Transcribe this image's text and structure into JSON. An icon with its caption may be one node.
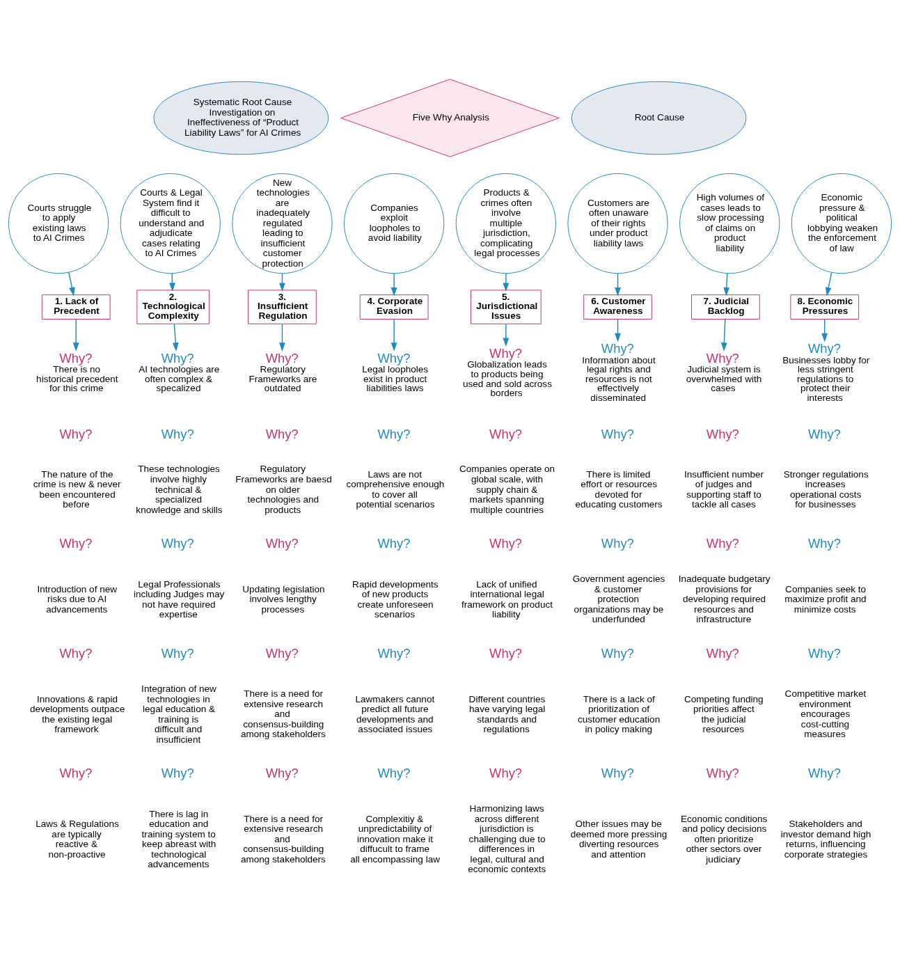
{
  "diagram": {
    "nodes": [
      {
        "text": [
          "Systematic Root Cause Investigation on Ineffectiveness of “Product Liability Laws” for AI Crimes"
        ]
      },
      {
        "text": [
          "Five Why Analysis"
        ]
      },
      {
        "text": [
          "Root Cause"
        ]
      },
      {
        "text": [
          "Courts struggle to apply existing laws to AI Crimes"
        ]
      },
      {
        "text": [
          "1. Lack of Precedent"
        ]
      },
      {
        "text": [
          "Why?",
          "There is no historical precedent for this crime"
        ]
      },
      {
        "text": [
          "Courts & Legal System find it difficult to understand and adjudicate cases relating to AI Crimes"
        ]
      },
      {
        "text": [
          "2. Technological Complexity"
        ]
      },
      {
        "text": [
          "Why?",
          "AI technologies are often complex & specalized"
        ]
      },
      {
        "text": [
          "New technologies are inadequately regulated leading to insufficient customer protection"
        ]
      },
      {
        "text": [
          "3. Insufficient Regulation"
        ]
      },
      {
        "text": [
          "Why?",
          "Regulatory Frameworks are outdated"
        ]
      },
      {
        "text": [
          "Companies exploit loopholes to avoid liability"
        ]
      },
      {
        "text": [
          "4. Corporate Evasion"
        ]
      },
      {
        "text": [
          "Why?",
          "Legal loopholes exist in product liabilities laws"
        ]
      },
      {
        "text": [
          "Products & crimes often involve multiple jurisdiction, complicating legal processes"
        ]
      },
      {
        "text": [
          "5. Jurisdictional Issues"
        ]
      },
      {
        "text": [
          "Why?",
          "Globalization leads to products being used and sold across borders"
        ]
      },
      {
        "text": [
          "Customers are often unaware of their rights under product liability laws"
        ]
      },
      {
        "text": [
          "6. Customer Awareness"
        ]
      },
      {
        "text": [
          "Why?",
          "Information about legal rights and resources is not effectively disseminated"
        ]
      },
      {
        "text": [
          "High volumes of cases leads to slow processing of claims on product liability"
        ]
      },
      {
        "text": [
          "7. Judicial Backlog"
        ]
      },
      {
        "text": [
          "Why?",
          "Judicial system is overwhelmed with cases"
        ]
      },
      {
        "text": [
          "Economic pressure & political lobbying weaken the enforcement of law"
        ]
      },
      {
        "text": [
          "8. Economic Pressures"
        ]
      },
      {
        "text": [
          "Why?",
          "Businesses lobby for less stringent regulations to protect their interests"
        ]
      }
    ],
    "edges": [
      {
        "from": 3,
        "to": 4,
        "arrow": "to"
      },
      {
        "from": 4,
        "to": 5,
        "arrow": "to"
      },
      {
        "from": 6,
        "to": 7,
        "arrow": "to"
      },
      {
        "from": 7,
        "to": 8,
        "arrow": "to"
      },
      {
        "from": 9,
        "to": 10,
        "arrow": "to"
      },
      {
        "from": 10,
        "to": 11,
        "arrow": "to"
      },
      {
        "from": 12,
        "to": 13,
        "arrow": "to"
      },
      {
        "from": 13,
        "to": 14,
        "arrow": "to"
      },
      {
        "from": 15,
        "to": 16,
        "arrow": "to"
      },
      {
        "from": 16,
        "to": 17,
        "arrow": "to"
      },
      {
        "from": 18,
        "to": 19,
        "arrow": "to"
      },
      {
        "from": 19,
        "to": 20,
        "arrow": "to"
      },
      {
        "from": 21,
        "to": 22,
        "arrow": "to"
      },
      {
        "from": 22,
        "to": 23,
        "arrow": "to"
      },
      {
        "from": 24,
        "to": 25,
        "arrow": "to"
      },
      {
        "from": 25,
        "to": 26,
        "arrow": "to"
      }
    ],
    "labels": [
      "Why?",
      "The nature of the crime is new & never been encountered before",
      "Why?",
      "Introduction of new risks due to AI advancements",
      "Why?",
      "Innovations & rapid developments outpace the existing legal framework",
      "Why?",
      "Laws & Regulations are typically reactive & non-proactive",
      "Why?",
      "These technologies involve highly technical & specialized knowledge and skills",
      "Why?",
      "Legal Professionals including Judges may not have required expertise",
      "Why?",
      "Integration of new technologies in legal education & training is difficult and insufficient",
      "Why?",
      "There is lag in education and training system to keep abreast with technological advancements",
      "Why?",
      "Regulatory Frameworks are baesd on older technologies and products",
      "Why?",
      "Updating legislation involves lengthy processes",
      "Why?",
      "There is a need for extensive research and consensus-building among stakeholders",
      "Why?",
      "There is a need for extensive research and consensus-building among stakeholders",
      "Why?",
      "Laws are not comprehensive enough to cover all potential scenarios",
      "Why?",
      "Rapid developments of new products create unforeseen scenarios",
      "Why?",
      "Lawmakers cannot predict all future developments and associated issues",
      "Why?",
      "Complexitiy & unpredictability of innovation make it diffucult to frame all encompassing law",
      "Why?",
      "Companies operate on global scale, with supply chain & markets spanning multiple countries",
      "Why?",
      "Lack of unified international legal framework on product liability",
      "Why?",
      "Different countries have varying legal standards and regulations",
      "Why?",
      "Harmonizing laws across different jurisdiction is challenging due to differences in legal, cultural and economic contexts",
      "Why?",
      "There is limited effort or resources devoted for educating customers",
      "Why?",
      "Government agencies & customer protection organizations may be underfunded",
      "Why?",
      "There is a lack of prioritization of customer education in policy making",
      "Why?",
      "Other issues may be deemed more pressing diverting resources and attention",
      "Why?",
      "Insufficient number of judges and supporting staff to tackle all cases",
      "Why?",
      "Inadequate budgetary provisions for developing required resources and infrastructure",
      "Why?",
      "Competing funding priorities affect the judicial resources",
      "Why?",
      "Economic conditions and policy decisions often prioritize other sectors over judiciary",
      "Why?",
      "Stronger regulations increases operational costs for businesses",
      "Why?",
      "Companies seek to maximize profit and minimize costs",
      "Why?",
      "Competitive market environment encourages cost-cutting measures",
      "Why?",
      "Stakeholders and investor demand high returns, influencing corporate strategies"
    ]
  }
}
